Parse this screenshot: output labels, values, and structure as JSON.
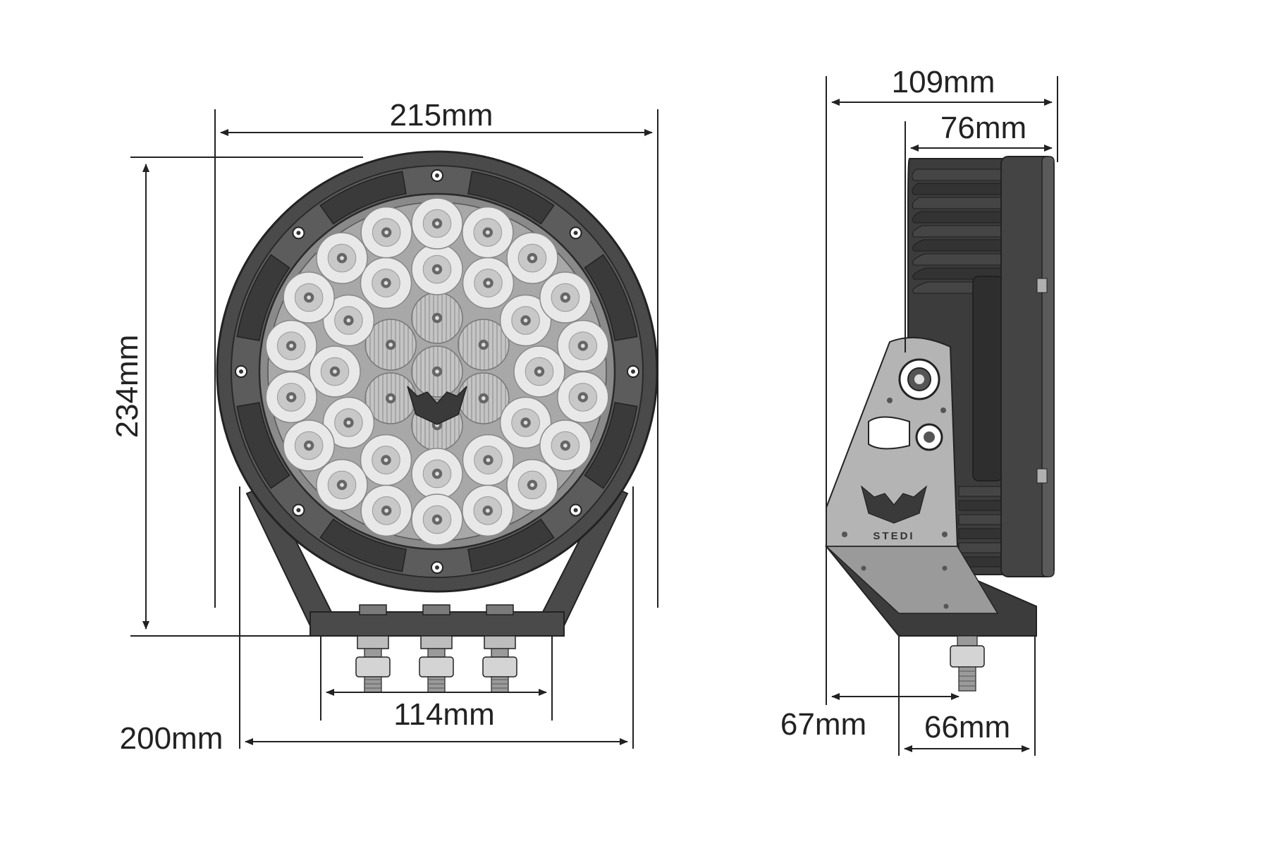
{
  "dimensions": {
    "front_width": "215mm",
    "front_height": "234mm",
    "bracket_width": "114mm",
    "mount_width": "200mm",
    "side_depth_total": "109mm",
    "side_depth_lens": "76mm",
    "side_base_offset": "67mm",
    "side_base_width": "66mm"
  },
  "brand": {
    "logo_text": "STEDI"
  },
  "colors": {
    "line": "#222222",
    "body": "#4a4a4a",
    "body_dark": "#333333",
    "bezel": "#5a5a5a",
    "led": "#e6e6e6",
    "face": "#a8a8a8",
    "plate": "#b4b4b4"
  }
}
